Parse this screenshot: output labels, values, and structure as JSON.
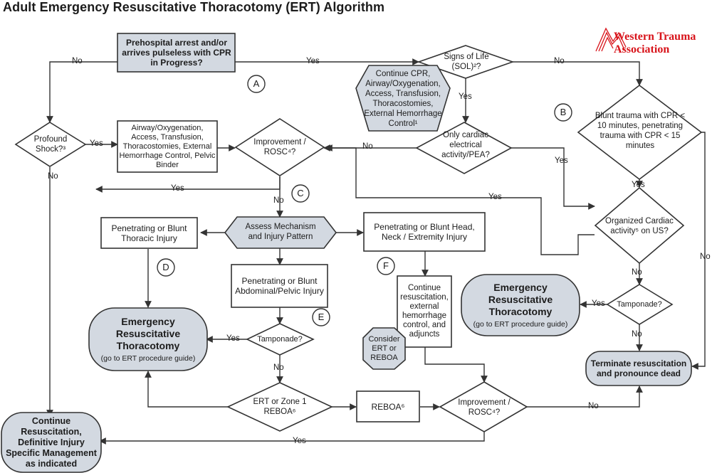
{
  "title": "Adult Emergency Resuscitative Thoracotomy (ERT) Algorithm",
  "logo": {
    "line1": "Western Trauma",
    "line2": "Association"
  },
  "nodes": {
    "prehospital": "Prehospital arrest and/or arrives pulseless with CPR in Progress?",
    "sol": "Signs of Life (SOL)²?",
    "continue_cpr": "Continue CPR, Airway/Oxygenation, Access, Transfusion, Thoracostomies, External Hemorrhage Control¹",
    "pea": "Only cardiac electrical activity/PEA?",
    "blunt_trauma": "Blunt trauma with CPR < 10 minutes, penetrating trauma with CPR < 15 minutes",
    "profound_shock": "Profound Shock?³",
    "airway_pelvic": "Airway/Oxygenation, Access, Transfusion, Thoracostomies, External Hemorrhage Control, Pelvic Binder",
    "improvement_rosc_1": "Improvement / ROSC⁴?",
    "assess": "Assess Mechanism and Injury Pattern",
    "thoracic": "Penetrating or Blunt Thoracic Injury",
    "head_neck": "Penetrating or Blunt Head, Neck / Extremity Injury",
    "organized": "Organized Cardiac activity⁵ on US?",
    "abdominal": "Penetrating or Blunt Abdominal/Pelvic Injury",
    "continue_resus": "Continue resuscitation, external hemorrhage control, and adjuncts",
    "consider_ert": "Consider ERT or REBOA",
    "tamponade_1": "Tamponade?",
    "tamponade_2": "Tamponade?",
    "ert_left": {
      "title": "Emergency Resuscitative Thoracotomy",
      "sub": "(go to ERT procedure guide)"
    },
    "ert_right": {
      "title": "Emergency Resuscitative Thoracotomy",
      "sub": "(go to ERT procedure guide)"
    },
    "terminate": "Terminate resuscitation and pronounce dead",
    "ert_zone1": "ERT or Zone 1 REBOA⁶",
    "reboa": "REBOA⁶",
    "improvement_rosc_2": "Improvement / ROSC⁴?",
    "continue_definitive": "Continue Resuscitation, Definitive Injury Specific Management as indicated"
  },
  "edge_labels": {
    "yes": "Yes",
    "no": "No"
  },
  "circle_letters": [
    "A",
    "B",
    "C",
    "D",
    "E",
    "F"
  ],
  "colors": {
    "shaded": "#d3d9e1",
    "line": "#333333",
    "brand_red": "#d8141b"
  }
}
